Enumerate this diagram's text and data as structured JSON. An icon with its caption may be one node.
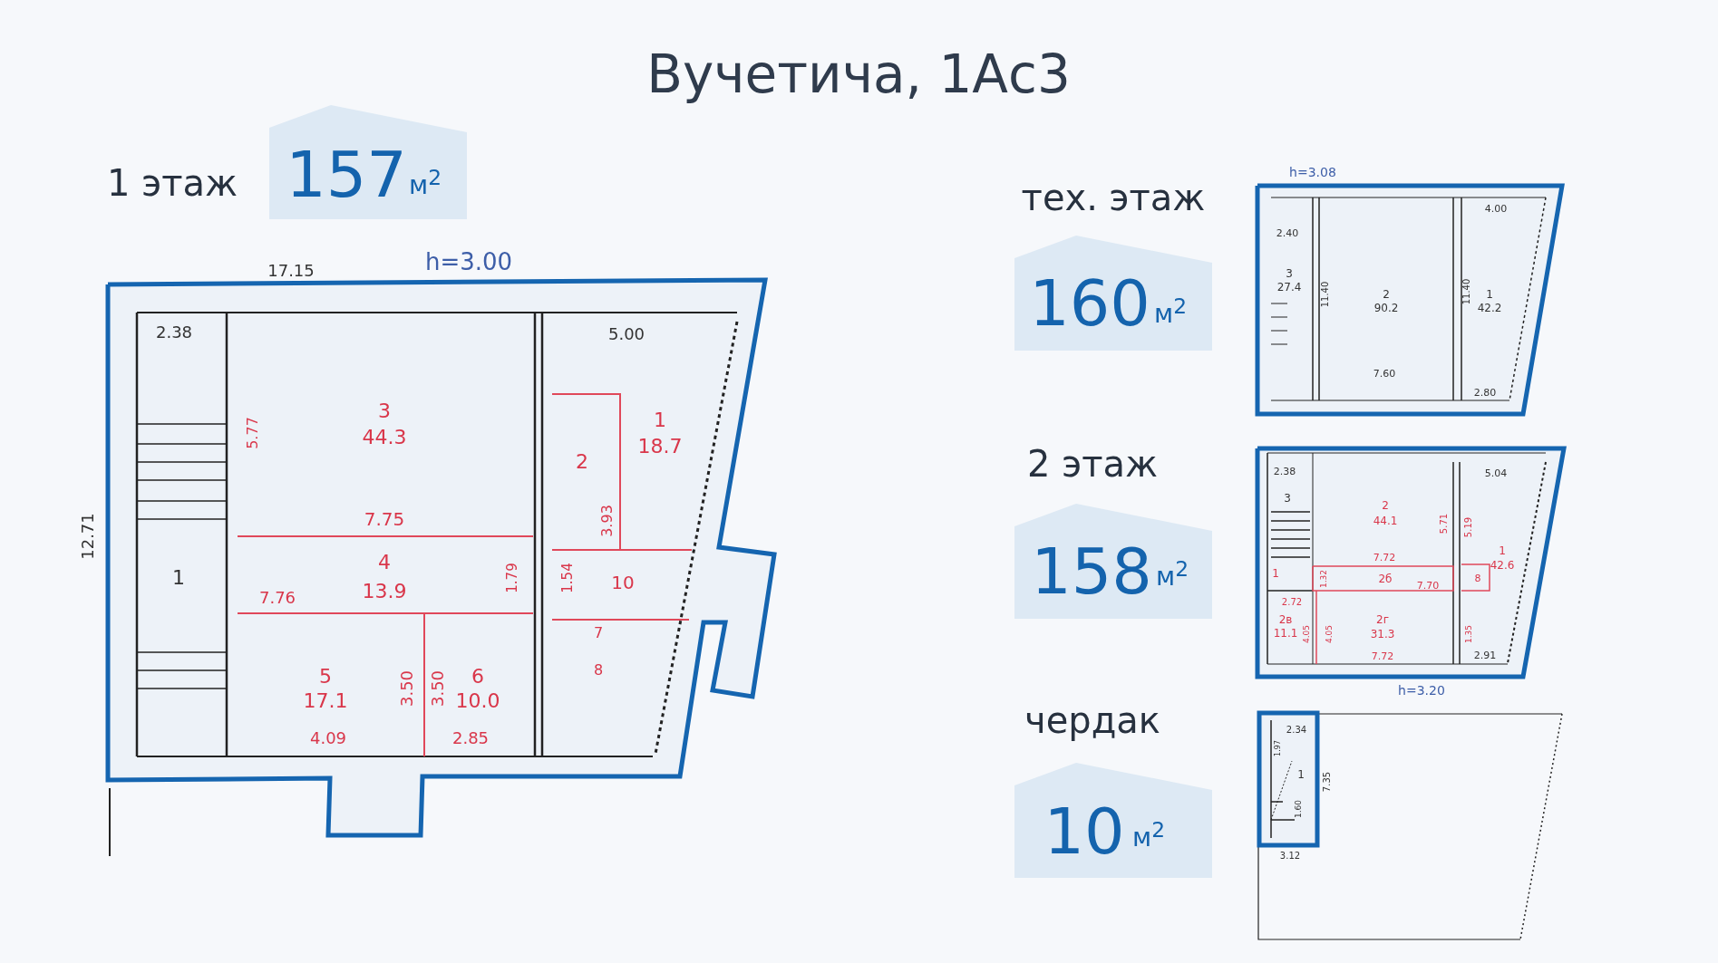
{
  "diagram": {
    "title": "Вучетича, 1Ас3",
    "labels": [
      "1 этаж",
      "157",
      "м$^{2}$",
      "17.15",
      "h=3.00",
      "2.38",
      "5.00",
      "3",
      "44.3",
      "5.77",
      "1",
      "18.7",
      "2",
      "12.71",
      "7.75",
      "3.93",
      "1",
      "4",
      "13.9",
      "7.76",
      "1.79",
      "1.54",
      "10",
      "7",
      "8",
      "5",
      "17.1",
      "3.50",
      "3.50",
      "6",
      "10.0",
      "4.09",
      "2.85",
      "тех. этаж",
      "h=3.08",
      "160",
      "м$^{2}$",
      "2.40",
      "4.00",
      "3",
      "27.4",
      "11.40",
      "2",
      "90.2",
      "11.40",
      "1",
      "42.2",
      "7.60",
      "2.80",
      "2 этаж",
      "158",
      "м$^{2}$",
      "2.38",
      "5.04",
      "3",
      "2",
      "44.1",
      "5.71",
      "5.19",
      "7.72",
      "1",
      "42.6",
      "1",
      "1.32",
      "2б",
      "7.70",
      "8",
      "2.72",
      "2в",
      "11.1",
      "4.05",
      "4.05",
      "2г",
      "31.3",
      "1.35",
      "7.72",
      "2.91",
      "h=3.20",
      "чердак",
      "10",
      "м$^{2}$",
      "2.34",
      "1.97",
      "1",
      "7.35",
      "1.60",
      "3.12"
    ]
  }
}
